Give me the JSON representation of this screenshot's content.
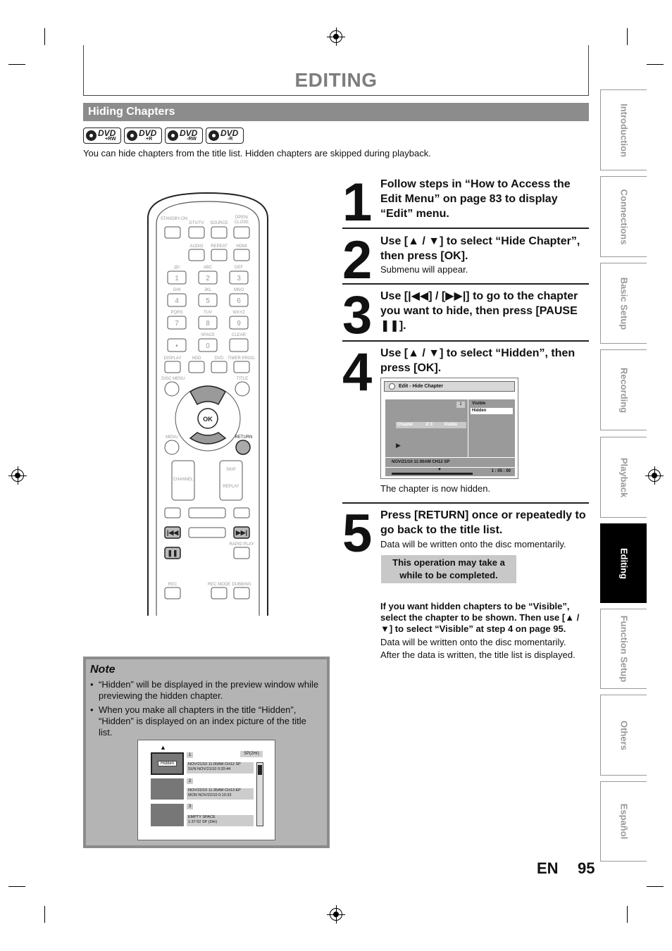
{
  "page_title": "EDITING",
  "section_title": "Hiding Chapters",
  "disc_logos": [
    {
      "label": "DVD",
      "sub": "+RW"
    },
    {
      "label": "DVD",
      "sub": "+R"
    },
    {
      "label": "DVD",
      "sub": "-RW"
    },
    {
      "label": "DVD",
      "sub": "-R"
    }
  ],
  "intro": "You can hide chapters from the title list. Hidden chapters are skipped during playback.",
  "side_tabs": [
    {
      "label": "Introduction",
      "active": false
    },
    {
      "label": "Connections",
      "active": false
    },
    {
      "label": "Basic Setup",
      "active": false
    },
    {
      "label": "Recording",
      "active": false
    },
    {
      "label": "Playback",
      "active": false
    },
    {
      "label": "Editing",
      "active": true
    },
    {
      "label": "Function Setup",
      "active": false
    },
    {
      "label": "Others",
      "active": false
    },
    {
      "label": "Español",
      "active": false
    }
  ],
  "steps": [
    {
      "num": "1",
      "title": "Follow steps in “How to Access the Edit Menu” on page 83 to display “Edit” menu.",
      "sub": ""
    },
    {
      "num": "2",
      "title": "Use [▲ / ▼] to select “Hide Chapter”, then press [OK].",
      "sub": "Submenu will appear."
    },
    {
      "num": "3",
      "title": "Use [|◀◀] / [▶▶|] to go to the chapter you want to hide, then press [PAUSE ❚❚].",
      "sub": ""
    },
    {
      "num": "4",
      "title": "Use [▲ / ▼] to select “Hidden”, then press [OK].",
      "sub": "The chapter is now hidden."
    },
    {
      "num": "5",
      "title": "Press [RETURN] once or repeatedly to go back to the title list.",
      "sub": "Data will be written onto the disc momentarily."
    }
  ],
  "osd": {
    "header": "Edit - Hide Chapter",
    "chapter_no": "1",
    "chapter_label": "Chapter",
    "chapter_pos": "2/ 3",
    "chapter_status": "Visible",
    "options": [
      "Visible",
      "Hidden"
    ],
    "info": "NOV/21/10 11:00AM CH12 SP",
    "time": "1 : 05 : 00",
    "play_icon": "play-icon"
  },
  "caution": "This operation may take a while to be completed.",
  "extra": {
    "bold": "If you want hidden chapters to be “Visible”, select the chapter to be shown. Then use [▲ / ▼] to select “Visible” at step 4 on page 95.",
    "line1": "Data will be written onto the disc momentarily.",
    "line2": "After the data is written, the title list is displayed."
  },
  "note": {
    "title": "Note",
    "items": [
      "“Hidden” will be displayed in the preview window while previewing the hidden chapter.",
      "When you make all chapters in the title “Hidden”, “Hidden” is displayed on an index picture of the title list."
    ]
  },
  "title_list": {
    "mode": "SP(2Hr)",
    "rows": [
      {
        "num": "1",
        "thumb": "Hidden",
        "line1": "NOV/21/10  11:00AM CH12  SP",
        "line2": "SUN NOV/21/10    0:20:44"
      },
      {
        "num": "2",
        "thumb": "",
        "line1": "NOV/22/10  11:35AM CH13  EP",
        "line2": "MON NOV/22/10    0:10:33"
      },
      {
        "num": "3",
        "thumb": "",
        "line1": "EMPTY SPACE",
        "line2": "1:37:52  SP (2Hr)"
      }
    ]
  },
  "remote": {
    "top_labels": [
      "STANDBY-ON",
      "DTV/TV",
      "SOURCE",
      "OPEN/ CLOSE"
    ],
    "row2_labels": [
      "AUDIO",
      "REPEAT",
      "HDMI"
    ],
    "digit_labels": [
      ".@/:",
      "ABC",
      "DEF",
      "GHI",
      "JKL",
      "MNO",
      "PQRS",
      "TUV",
      "WXYZ",
      "",
      "SPACE",
      "CLEAR"
    ],
    "digits": [
      "1",
      "2",
      "3",
      "4",
      "5",
      "6",
      "7",
      "8",
      "9",
      "•",
      "0",
      ""
    ],
    "func_labels": [
      "DISPLAY",
      "HDD",
      "DVD",
      "TIMER PROG."
    ],
    "disc_menu": "DISC MENU",
    "title": "TITLE",
    "menu": "MENU",
    "ok": "OK",
    "return": "RETURN",
    "channel": "CHANNEL",
    "skip": "SKIP",
    "replay": "REPLAY",
    "rapid_play": "RAPID PLAY",
    "rec": "REC",
    "rec_mode": "REC MODE",
    "dubbing": "DUBBING"
  },
  "footer": {
    "lang": "EN",
    "page": "95"
  }
}
